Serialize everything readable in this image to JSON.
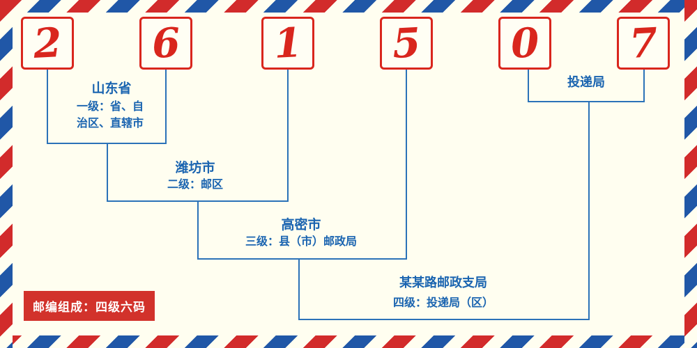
{
  "postal_code": {
    "digits": [
      "2",
      "6",
      "1",
      "5",
      "0",
      "7"
    ]
  },
  "levels": {
    "level1": {
      "title": "山东省",
      "desc_line1": "一级：省、自",
      "desc_line2": "治区、直辖市"
    },
    "level2": {
      "title": "潍坊市",
      "desc": "二级：邮区"
    },
    "level3": {
      "title": "高密市",
      "desc": "三级：县（市）邮政局"
    },
    "level4": {
      "title": "某某路邮政支局",
      "desc": "四级：投递局（区）"
    },
    "delivery": {
      "title": "投递局"
    }
  },
  "footer": {
    "badge": "邮编组成：四级六码"
  },
  "colors": {
    "red": "#d9261d",
    "blue_text": "#1a64b0",
    "blue_line": "#2b72b8",
    "stripe_red": "#d22b2b",
    "stripe_blue": "#2057a7",
    "background": "#fffef0"
  }
}
